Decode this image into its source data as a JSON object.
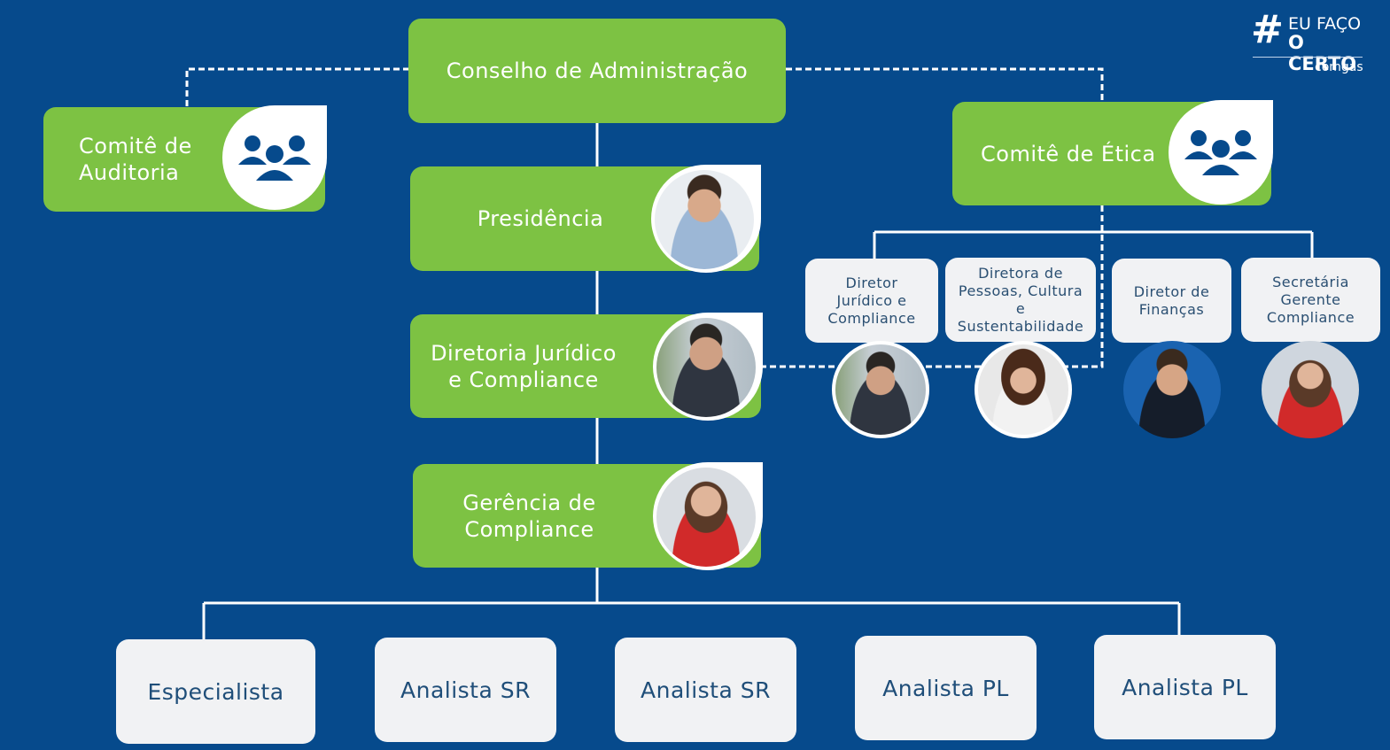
{
  "logo": {
    "hash": "#",
    "line1": "EU FAÇO",
    "line2": "O CERTO",
    "brand": "comgas"
  },
  "boxes": {
    "conselho": "Conselho de Administração",
    "auditoria": "Comitê de Auditoria",
    "etica": "Comitê de Ética",
    "presidencia": "Presidência",
    "diretoria": "Diretoria Jurídico e Compliance",
    "gerencia": "Gerência de Compliance"
  },
  "ethics_members": [
    {
      "label": "Diretor Jurídico e Compliance"
    },
    {
      "label": "Diretora de Pessoas, Cultura e Sustentabilidade"
    },
    {
      "label": "Diretor de Finanças"
    },
    {
      "label": "Secretária Gerente Compliance"
    }
  ],
  "team": [
    "Especialista",
    "Analista SR",
    "Analista SR",
    "Analista PL",
    "Analista PL"
  ],
  "colors": {
    "background": "#064A8C",
    "green": "#7DC243",
    "card": "#F1F2F4",
    "text_blue": "#1F4E79"
  },
  "icons": {
    "committee": "group-icon",
    "person": "person-photo-icon"
  }
}
